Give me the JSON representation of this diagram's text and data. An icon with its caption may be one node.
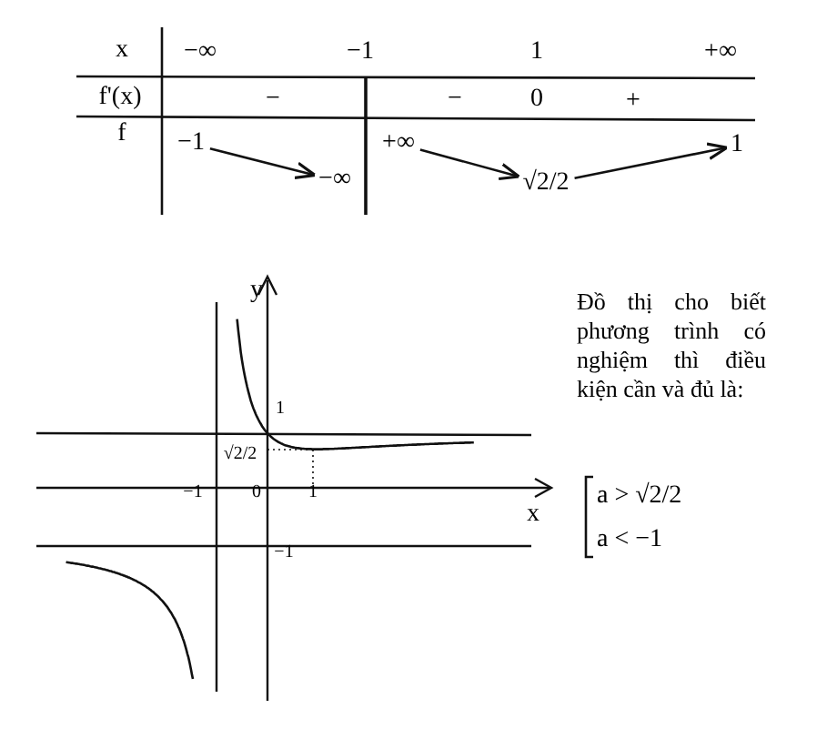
{
  "diagram": {
    "nodes": [
      {
        "text": [
          "−1"
        ]
      },
      {
        "text": [
          "−∞"
        ]
      },
      {
        "text": [
          "+∞"
        ]
      },
      {
        "text": [
          "√2/2"
        ]
      },
      {
        "text": [
          "1"
        ]
      }
    ],
    "edges": [
      {
        "from": 0,
        "to": 1,
        "arrow": "to"
      },
      {
        "from": 2,
        "to": 3,
        "arrow": "to"
      },
      {
        "from": 3,
        "to": 4,
        "arrow": "to"
      }
    ],
    "labels": [
      "x",
      "−∞",
      "−1",
      "1",
      "+∞",
      "f'(x)",
      "−",
      "−",
      "0",
      "+",
      "f",
      "y",
      "1",
      "√2/2",
      "−1",
      "0",
      "1",
      "x",
      "−1",
      "Đồ thị cho biết phương trình có nghiệm thì điều kiện cần và đủ là:",
      "a > √2/2",
      "a < −1"
    ]
  }
}
